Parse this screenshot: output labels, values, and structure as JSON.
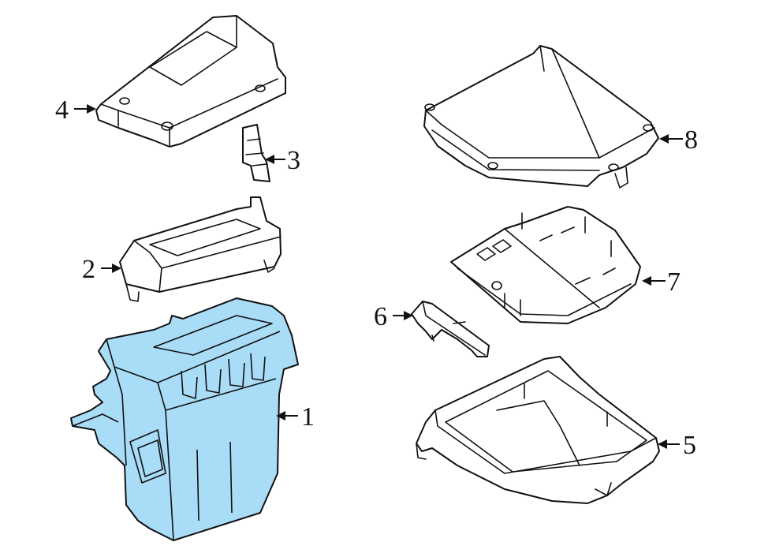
{
  "colors": {
    "highlight": "#a9dcf7",
    "line": "#111111"
  },
  "callouts": [
    {
      "id": "1",
      "label": "1"
    },
    {
      "id": "2",
      "label": "2"
    },
    {
      "id": "3",
      "label": "3"
    },
    {
      "id": "4",
      "label": "4"
    },
    {
      "id": "5",
      "label": "5"
    },
    {
      "id": "6",
      "label": "6"
    },
    {
      "id": "7",
      "label": "7"
    },
    {
      "id": "8",
      "label": "8"
    }
  ]
}
